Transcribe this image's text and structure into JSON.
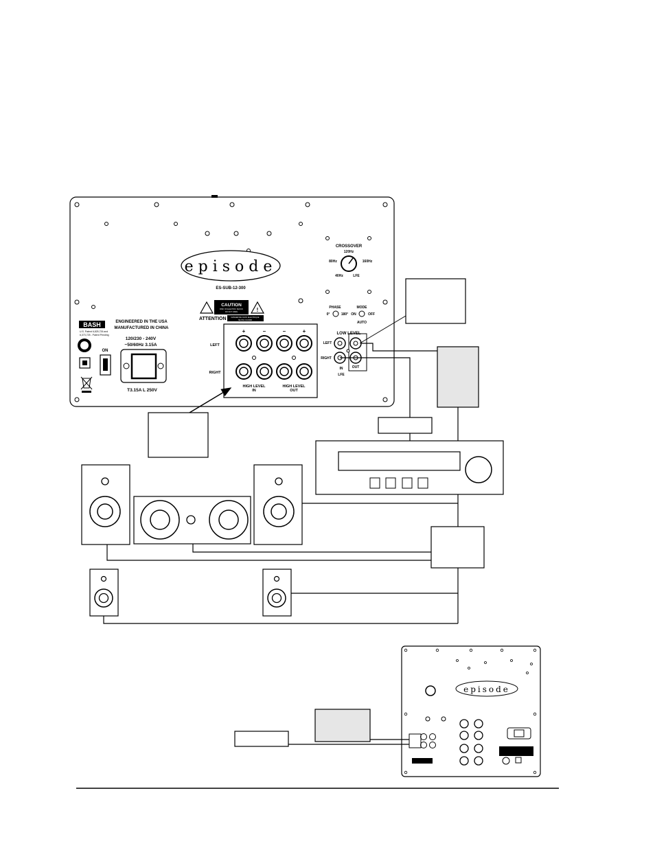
{
  "panel": {
    "logo": "episode",
    "model": "ES-SUB-12-300",
    "crossover": {
      "title": "CROSSOVER",
      "f120": "120Hz",
      "f80": "80Hz",
      "f160": "160Hz",
      "f40": "40Hz",
      "lfe": "LFE"
    },
    "phase": {
      "title": "PHASE",
      "zero": "0°",
      "deg180": "180°"
    },
    "mode": {
      "title": "MODE",
      "on": "ON",
      "off": "OFF",
      "auto": "AUTO"
    },
    "caution": {
      "title": "CAUTION",
      "line1": "RISK OF ELECTRIC SHOCK",
      "line2": "DO NOT OPEN"
    },
    "attention": {
      "title": "ATTENTION",
      "line1": "DANGER DE CHOC ELECTRIQUE",
      "line2": "NE PAS OUVRIR"
    },
    "bash": {
      "logo": "BASH",
      "line1": "U.S. Patent 6,825,726 and",
      "line2": "6,373,725 - Patent Pending"
    },
    "engineered": {
      "line1": "ENGINEERED IN THE USA",
      "line2": "MANUFACTURED IN CHINA"
    },
    "power": {
      "line1": "120/230 - 240V",
      "line2": "~50/60Hz 3.15A",
      "on": "ON",
      "fuse": "T3.15A L 250V"
    },
    "high_level": {
      "plus1": "+",
      "minus1": "–",
      "minus2": "–",
      "plus2": "+",
      "left": "LEFT",
      "right": "RIGHT",
      "in_l1": "HIGH LEVEL",
      "in_l2": "IN",
      "out_l1": "HIGH LEVEL",
      "out_l2": "OUT"
    },
    "low_level": {
      "title": "LOW LEVEL",
      "left": "LEFT",
      "right": "RIGHT",
      "in": "IN",
      "lfe": "LFE",
      "out": "OUT"
    }
  },
  "secondary_panel": {
    "logo": "episode"
  }
}
